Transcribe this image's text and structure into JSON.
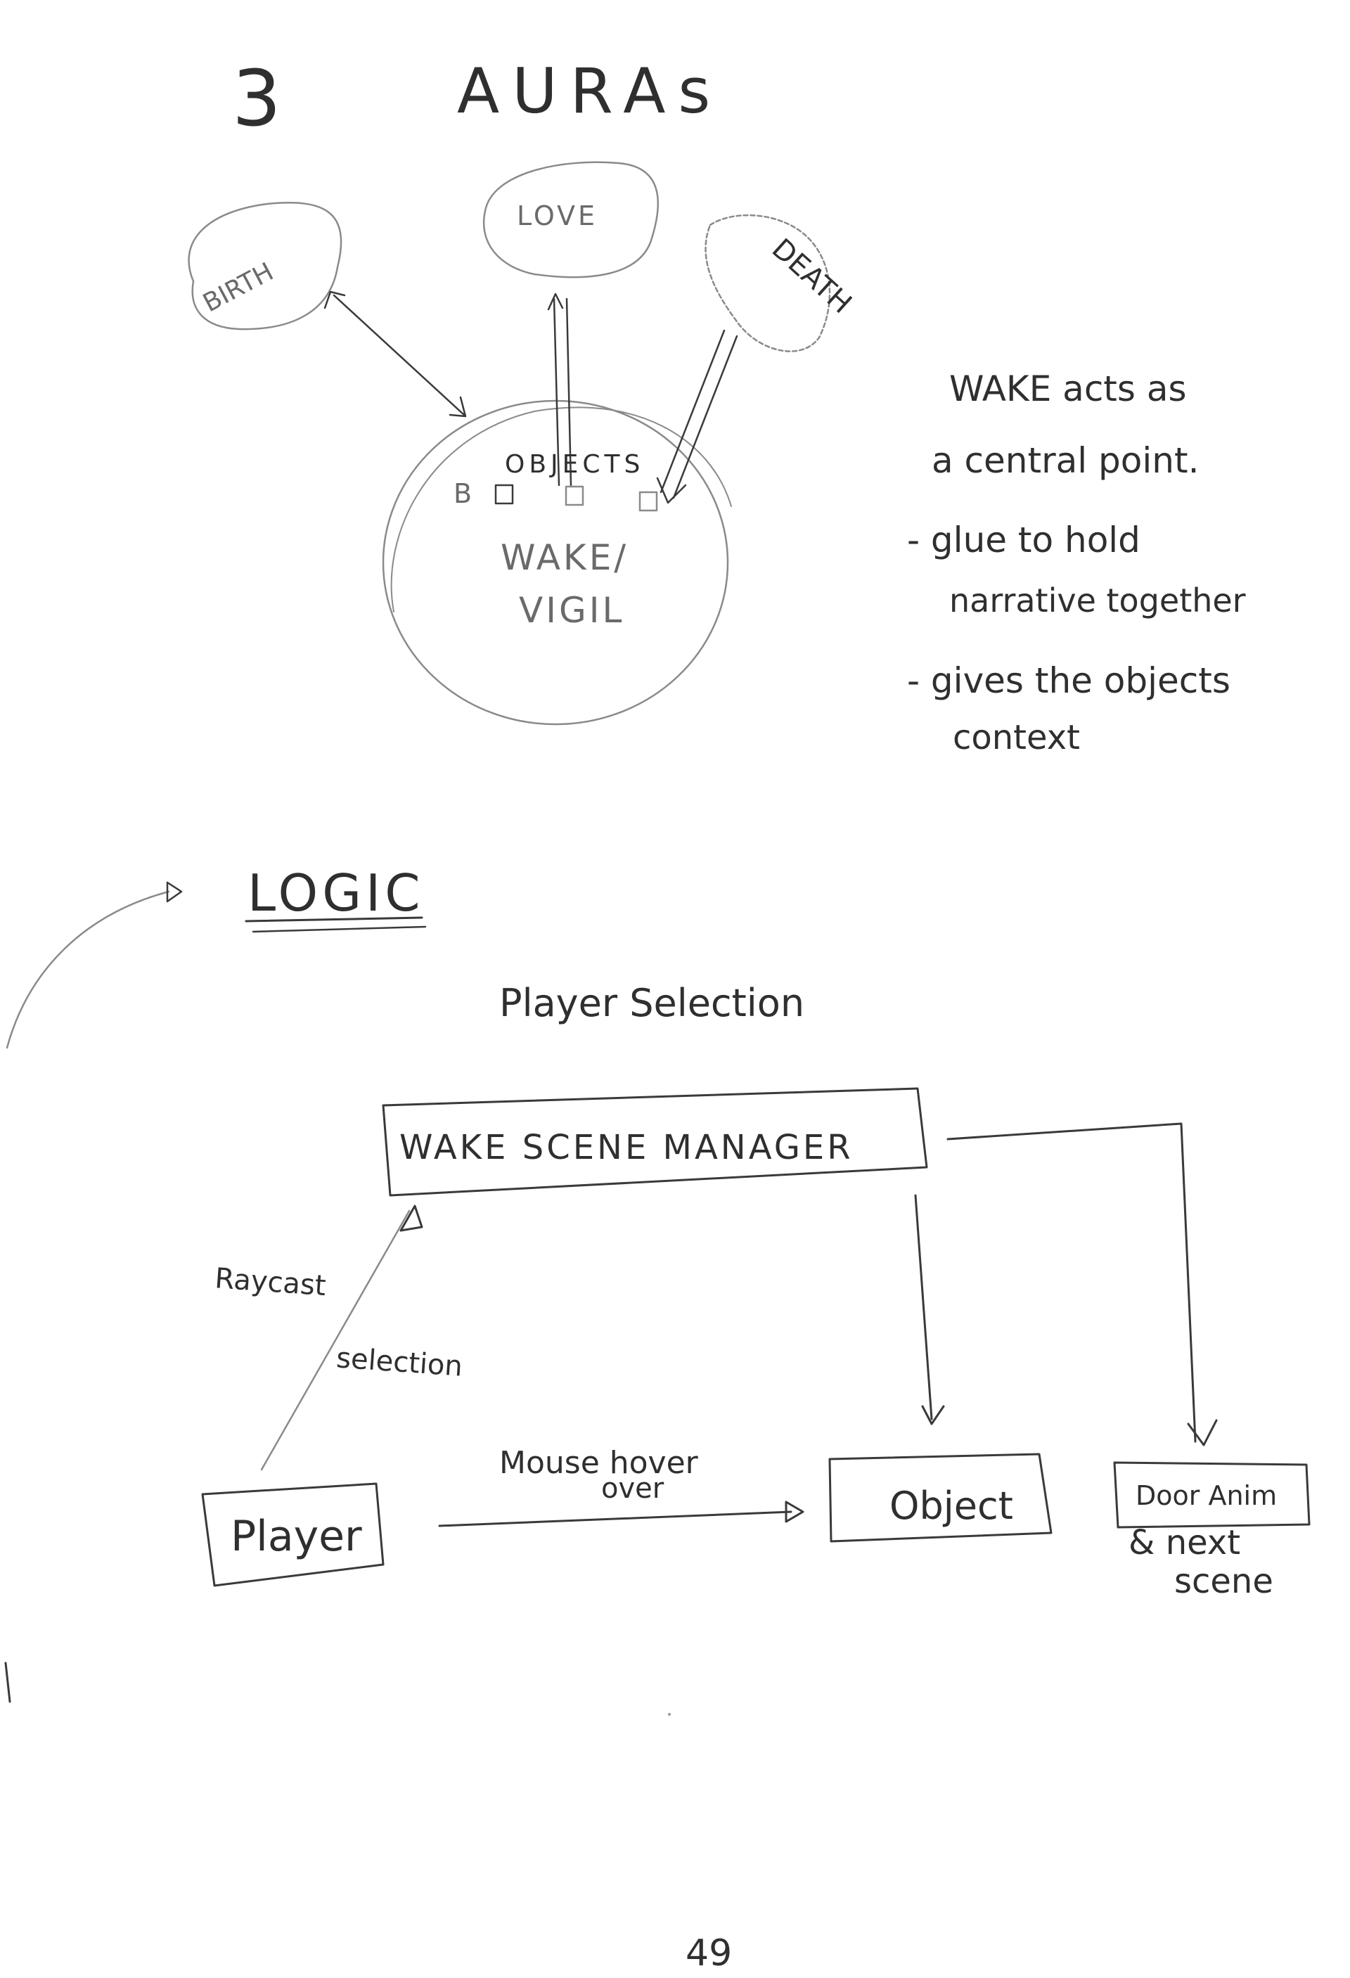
{
  "auras": {
    "number": "3",
    "title": "AURAs",
    "birth": "BIRTH",
    "love": "LOVE",
    "death": "DEATH",
    "b_marker": "B",
    "objects": "OBJECTS",
    "wake": "WAKE/",
    "vigil": "VIGIL"
  },
  "notes": {
    "line1": "WAKE acts as",
    "line2": "a central point.",
    "line3": "- glue to hold",
    "line4": "narrative together",
    "line5": "- gives the objects",
    "line6": "context"
  },
  "logic": {
    "heading": "LOGIC",
    "player_selection": "Player Selection",
    "scene_manager": "WAKE SCENE MANAGER",
    "raycast": "Raycast",
    "selection": "selection",
    "mouse_hover_1": "Mouse hover",
    "mouse_hover_2": "over",
    "player": "Player",
    "object": "Object",
    "door_1": "Door Anim",
    "door_2": "& next",
    "door_3": "scene"
  },
  "page_number": "49"
}
